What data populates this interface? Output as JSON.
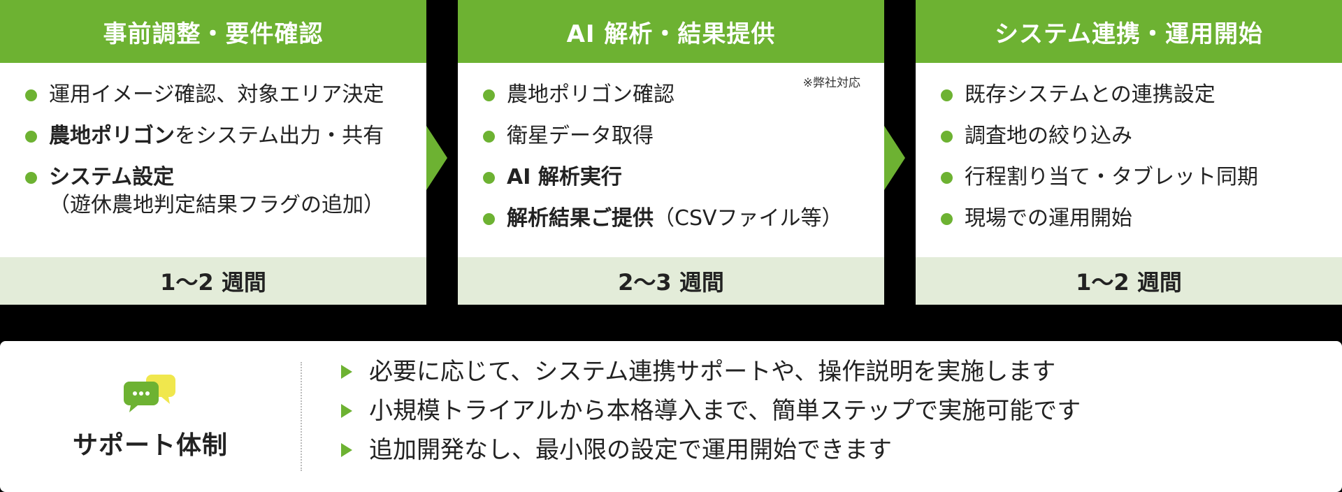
{
  "steps": [
    {
      "title": "事前調整・要件確認",
      "duration": "1～2 週間",
      "items": [
        {
          "text": "運用イメージ確認、対象エリア決定"
        },
        {
          "bold": "農地ポリゴン",
          "text": "をシステム出力・共有"
        },
        {
          "bold": "システム設定",
          "sub": "（遊休農地判定結果フラグの追加）"
        }
      ]
    },
    {
      "title": "AI 解析・結果提供",
      "note": "※弊社対応",
      "duration": "2～3 週間",
      "items": [
        {
          "text": "農地ポリゴン確認"
        },
        {
          "text": "衛星データ取得"
        },
        {
          "bold": "AI 解析実行"
        },
        {
          "bold": "解析結果ご提供",
          "text": "（CSVファイル等）"
        }
      ]
    },
    {
      "title": "システム連携・運用開始",
      "duration": "1～2 週間",
      "items": [
        {
          "text": "既存システムとの連携設定"
        },
        {
          "text": "調査地の絞り込み"
        },
        {
          "text": "行程割り当て・タブレット同期"
        },
        {
          "text": "現場での運用開始"
        }
      ]
    }
  ],
  "support": {
    "title": "サポート体制",
    "icon": "chat-bubbles-icon",
    "items": [
      "必要に応じて、システム連携サポートや、操作説明を実施します",
      "小規模トライアルから本格導入まで、簡単ステップで実施可能です",
      "追加開発なし、最小限の設定で運用開始できます"
    ]
  },
  "colors": {
    "accent": "#6db232",
    "accent_light": "#f0e74d",
    "footer_bg": "#e3ecd9"
  }
}
